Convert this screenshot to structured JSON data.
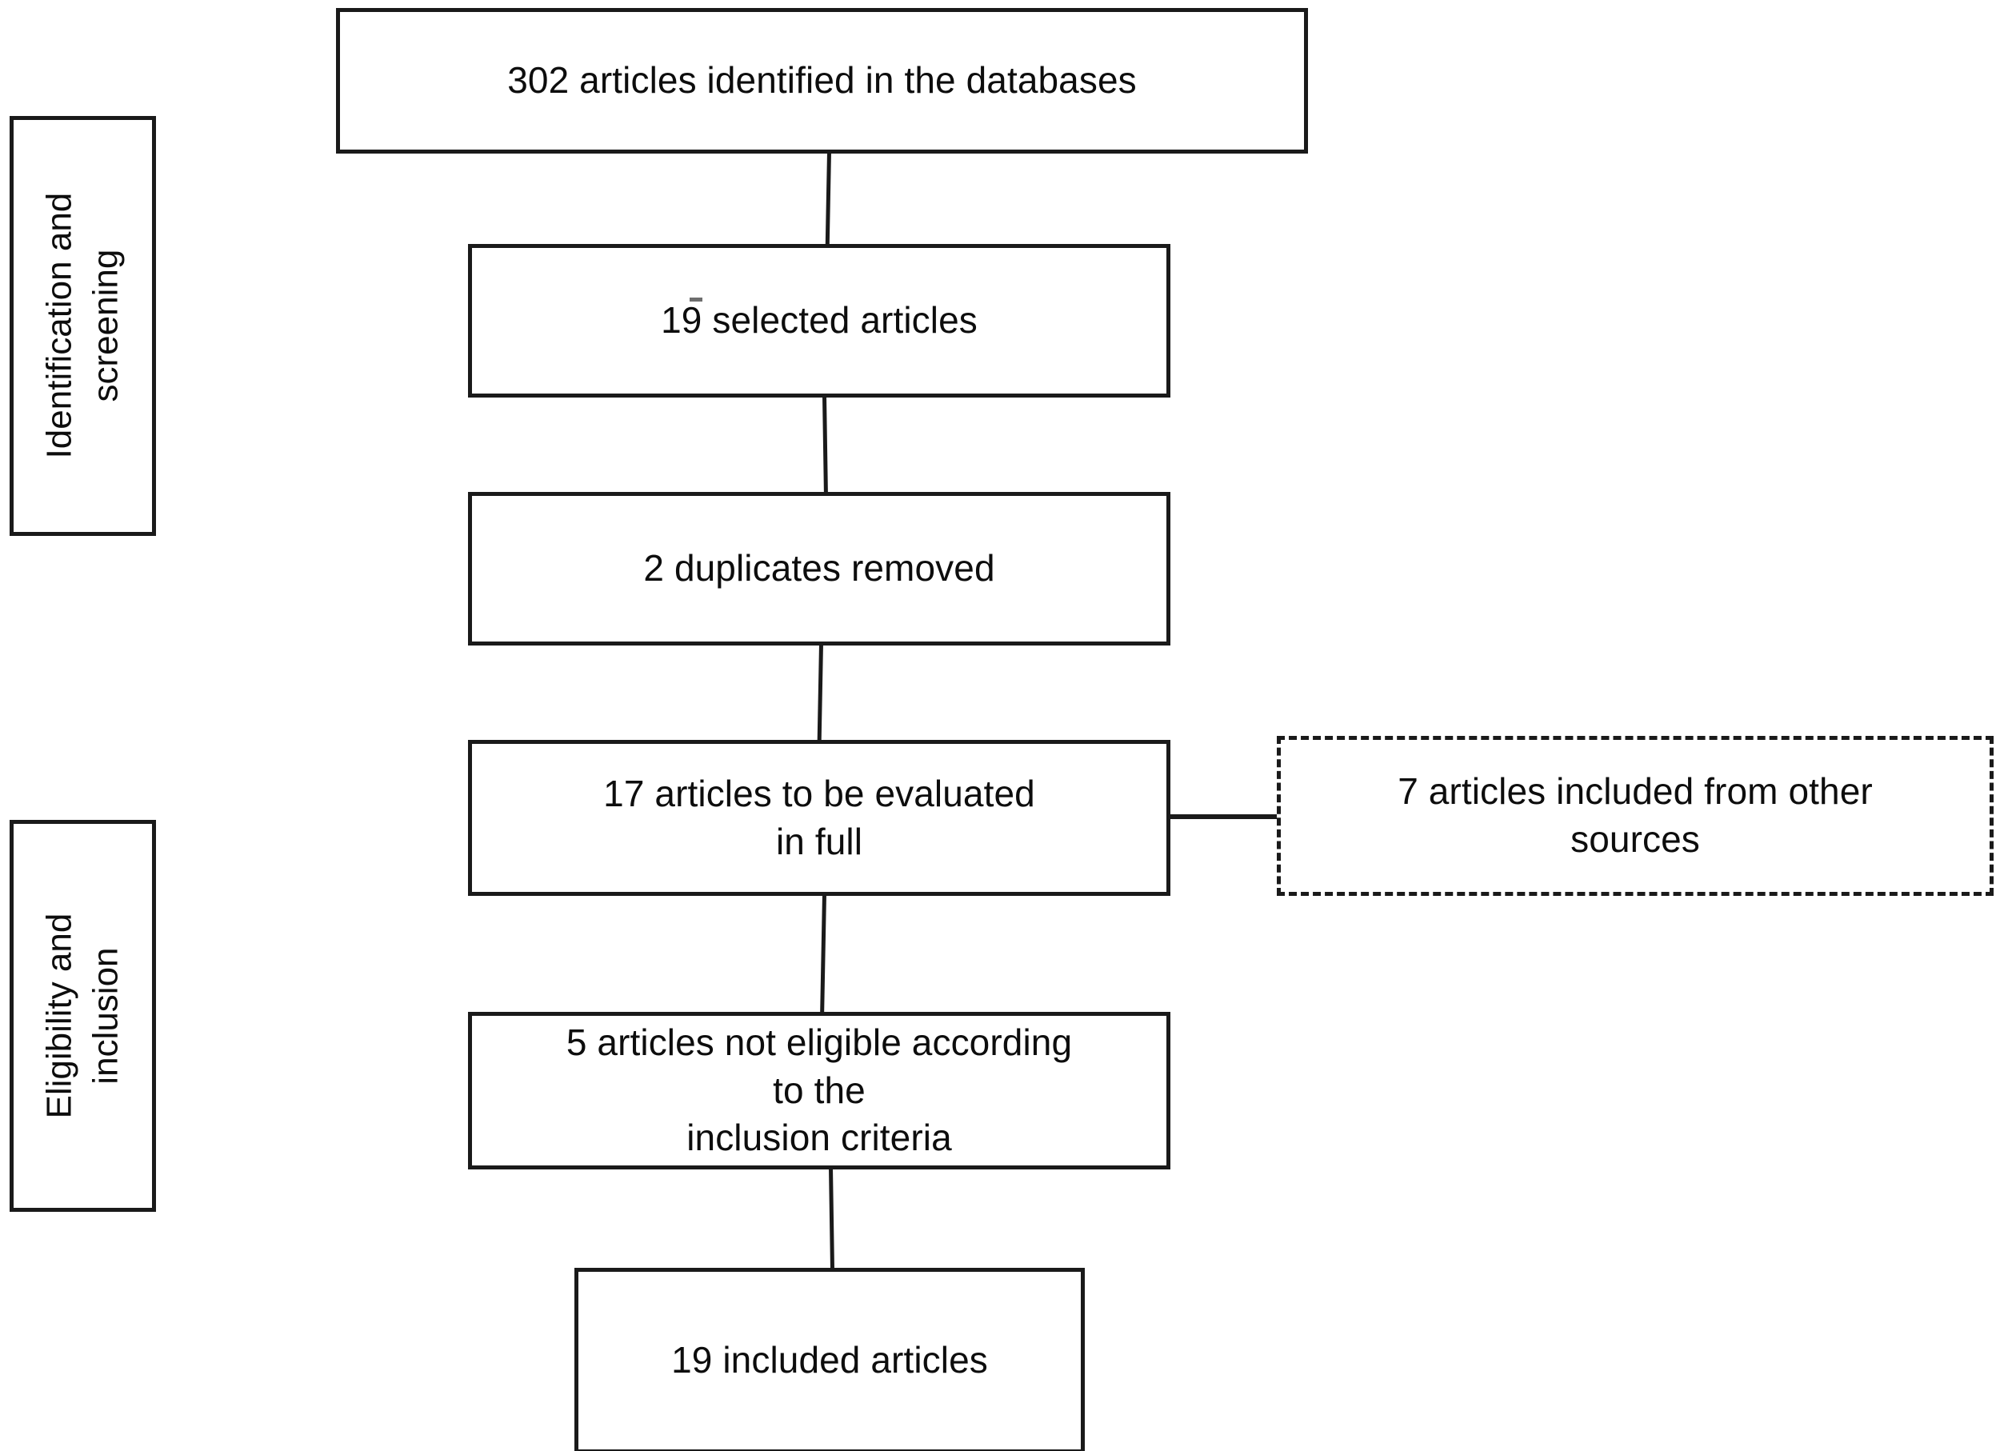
{
  "diagram": {
    "type": "prisma-flow-diagram",
    "title": "",
    "stage_labels": [
      {
        "id": "identification-and-screening",
        "lines": [
          "Identification and",
          "screening"
        ],
        "orientation": "vertical-rotated-ccw"
      },
      {
        "id": "eligibility-and-inclusion",
        "lines": [
          "Eligibility and",
          "inclusion"
        ],
        "orientation": "vertical-rotated-ccw"
      }
    ],
    "nodes": [
      {
        "id": "identified",
        "count": 302,
        "border": "solid",
        "lines": [
          "302 articles identified in the databases"
        ]
      },
      {
        "id": "selected",
        "count": 19,
        "border": "solid",
        "lines": [
          "19 selected articles"
        ]
      },
      {
        "id": "duplicates-removed",
        "count": 2,
        "border": "solid",
        "lines": [
          "2 duplicates removed"
        ]
      },
      {
        "id": "to-be-evaluated",
        "count": 17,
        "border": "solid",
        "lines": [
          "17 articles to be evaluated",
          "in full"
        ]
      },
      {
        "id": "other-sources",
        "count": 7,
        "border": "dashed",
        "lines": [
          "7 articles included from other",
          "sources"
        ]
      },
      {
        "id": "not-eligible",
        "count": 5,
        "border": "solid",
        "lines": [
          "5 articles not eligible according",
          "to the",
          "inclusion criteria"
        ]
      },
      {
        "id": "included",
        "count": 19,
        "border": "solid",
        "lines": [
          "19 included articles"
        ]
      }
    ],
    "colors": {
      "stroke": "#1a1a1a",
      "text": "#0d0d0d",
      "background": "#ffffff"
    }
  }
}
